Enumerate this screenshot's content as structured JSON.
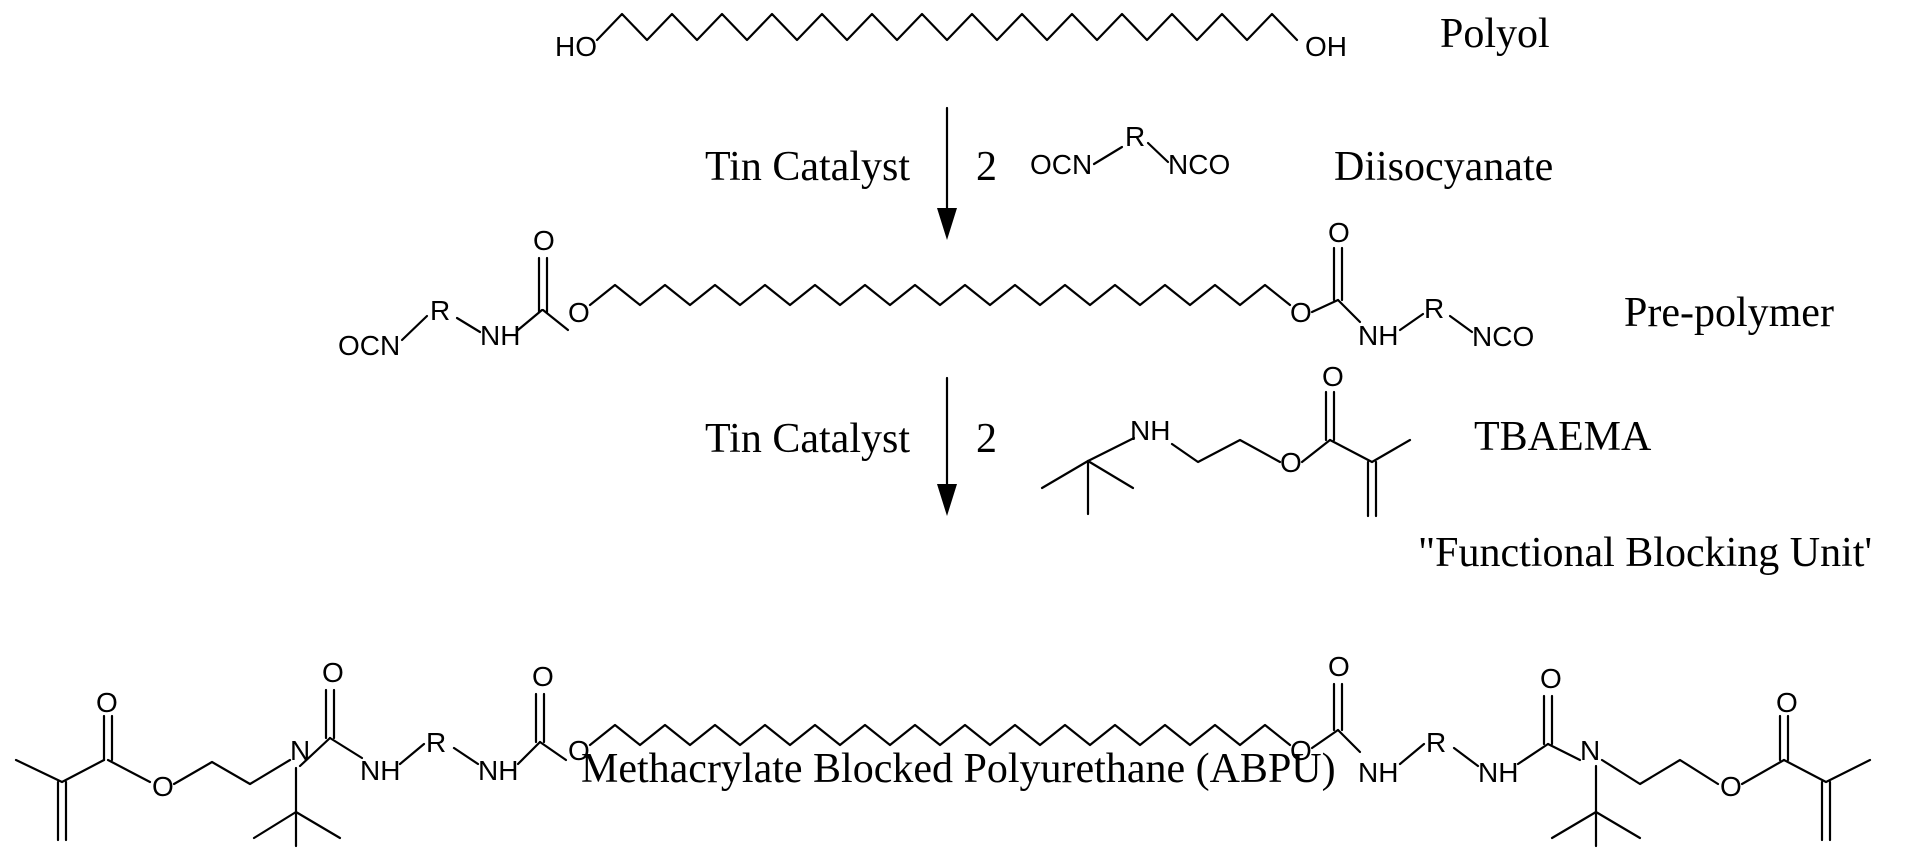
{
  "labels": {
    "polyol": "Polyol",
    "diisocyanate": "Diisocyanate",
    "prepolymer": "Pre-polymer",
    "tbaema": "TBAEMA",
    "functional_blocking_unit": "\"Functional Blocking Unit'",
    "product": "Methacrylate Blocked Polyurethane (ABPU)"
  },
  "step1": {
    "catalyst": "Tin Catalyst",
    "equivalents": "2"
  },
  "step2": {
    "catalyst": "Tin Catalyst",
    "equivalents": "2"
  },
  "atoms": {
    "ho": "HO",
    "oh": "OH",
    "o": "O",
    "r": "R",
    "n": "N",
    "nh": "NH",
    "ocn": "OCN",
    "nco": "NCO"
  }
}
